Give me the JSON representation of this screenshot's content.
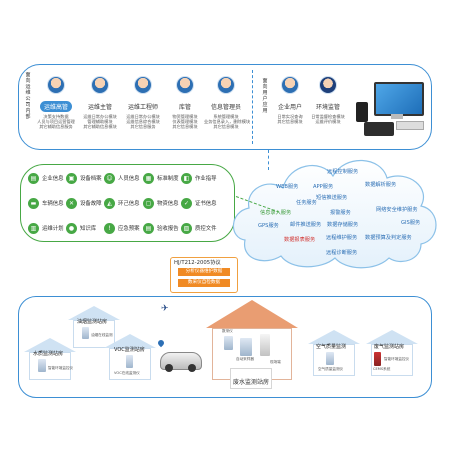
{
  "top_panel": {
    "left_label": "面向运维公司内部",
    "right_label": "面向用户应用",
    "roles": [
      {
        "name": "运维高管",
        "desc": [
          "决策支持数据",
          "人员与项目运营管理",
          "其它辅助信息服务"
        ],
        "color": "#1a8fd6"
      },
      {
        "name": "运维主管",
        "desc": [
          "运维日常办公模块",
          "管理辅助模块",
          "其它辅助信息模块"
        ],
        "color": "#1a8fd6"
      },
      {
        "name": "运维工程师",
        "desc": [
          "运维日常办公模块",
          "运维信息综合模块",
          "其它信息服务"
        ],
        "color": "#1a8fd6"
      },
      {
        "name": "库管",
        "desc": [
          "物资管理模块",
          "仪表管理模块",
          "其它信息模块"
        ],
        "color": "#1a8fd6"
      },
      {
        "name": "信息管理员",
        "desc": [
          "系统管理模块",
          "业务信息录入，删除模块",
          "其它信息模块"
        ],
        "color": "#1a8fd6"
      }
    ],
    "user_roles": [
      {
        "name": "企业用户",
        "desc": [
          "日常实况查询",
          "其它信息模块"
        ],
        "color": "#1a8fd6"
      },
      {
        "name": "环境监管",
        "desc": [
          "日常监督检查模块",
          "运维评价模块"
        ],
        "color": "#1a8fd6"
      }
    ]
  },
  "middle_panel": {
    "items": [
      {
        "label": "企业信息",
        "icon": "building-icon"
      },
      {
        "label": "设备档案",
        "icon": "device-icon"
      },
      {
        "label": "人员信息",
        "icon": "people-icon"
      },
      {
        "label": "标准制度",
        "icon": "document-icon"
      },
      {
        "label": "作业指导",
        "icon": "book-icon"
      },
      {
        "label": "车辆信息",
        "icon": "car-icon"
      },
      {
        "label": "设备故障",
        "icon": "wrench-icon"
      },
      {
        "label": "环己信息",
        "icon": "flask-icon"
      },
      {
        "label": "物资信息",
        "icon": "box-icon"
      },
      {
        "label": "证书信息",
        "icon": "certificate-icon"
      },
      {
        "label": "运维计划",
        "icon": "calendar-icon"
      },
      {
        "label": "知识库",
        "icon": "bulb-icon"
      },
      {
        "label": "应急预案",
        "icon": "alert-icon"
      },
      {
        "label": "验收报告",
        "icon": "report-icon"
      },
      {
        "label": "质控文件",
        "icon": "file-icon"
      }
    ]
  },
  "cloud": {
    "services": [
      {
        "label": "远程控制服务",
        "tone": "blue"
      },
      {
        "label": "WEB服务",
        "tone": "blue"
      },
      {
        "label": "APP服务",
        "tone": "blue"
      },
      {
        "label": "数据解析服务",
        "tone": "blue"
      },
      {
        "label": "短信推送服务",
        "tone": "blue"
      },
      {
        "label": "信息录入服务",
        "tone": "blue"
      },
      {
        "label": "任务服务",
        "tone": "blue"
      },
      {
        "label": "网络安全维护服务",
        "tone": "blue"
      },
      {
        "label": "报警服务",
        "tone": "blue"
      },
      {
        "label": "GPS服务",
        "tone": "blue"
      },
      {
        "label": "邮件推送服务",
        "tone": "blue"
      },
      {
        "label": "数据存储服务",
        "tone": "blue"
      },
      {
        "label": "GIS服务",
        "tone": "blue"
      },
      {
        "label": "数据报表服务",
        "tone": "red"
      },
      {
        "label": "远程维护服务",
        "tone": "blue"
      },
      {
        "label": "数据预算及判定服务",
        "tone": "blue"
      },
      {
        "label": "远程诊断服务",
        "tone": "blue"
      }
    ]
  },
  "protocol": {
    "title": "HJ/T212-2005协议",
    "lines": [
      "分析仪器维护数据",
      "数采仪自检数据"
    ]
  },
  "bottom_panel": {
    "stations": [
      {
        "name": "油烟监测站房",
        "sub": [
          "油烟在线监测"
        ]
      },
      {
        "name": "水质监测站房",
        "sub": [
          "智能环境监控仪"
        ]
      },
      {
        "name": "VOC监测站房",
        "sub": [
          "VOC在线监测仪"
        ]
      },
      {
        "name": "废水监测站房",
        "sub": [
          "数采仪",
          "自动采样器",
          "现场端"
        ]
      },
      {
        "name": "空气质量监测",
        "sub": [
          "空气质量监测仪"
        ]
      },
      {
        "name": "废气监测站房",
        "sub": [
          "CEMS系统",
          "智能环境监控仪"
        ]
      }
    ]
  }
}
